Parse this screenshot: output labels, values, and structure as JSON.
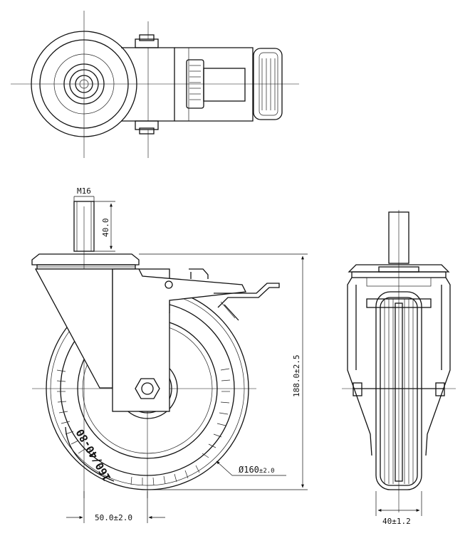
{
  "dimensions": {
    "thread": "M16",
    "stem_length": "40.0",
    "total_height": "188.0±2.5",
    "wheel_diameter_symbol": "Ø160",
    "wheel_diameter_tol": "±2.0",
    "offset": "50.0±2.0",
    "tread_width": "40±1.2"
  },
  "wheel_marking": "160/40-80"
}
